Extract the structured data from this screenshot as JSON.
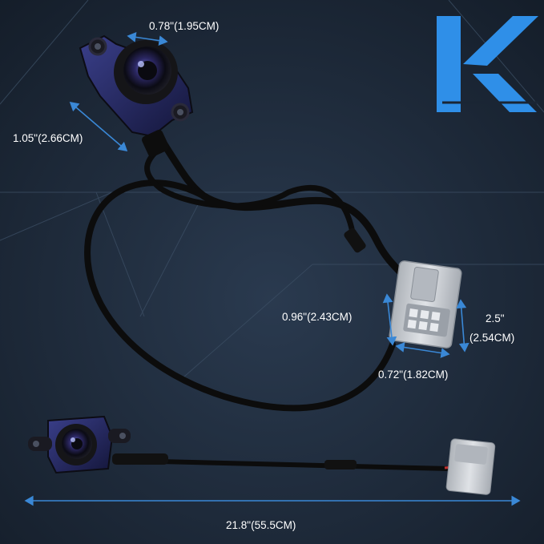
{
  "brand": {
    "letter": "K",
    "color": "#2f8fe8"
  },
  "colors": {
    "background": "#1a2534",
    "dimension_lines": "#3a88d6",
    "cable": "#0c0c0c",
    "connector": "#c9cdd2"
  },
  "dimensions": {
    "lens_diameter": "0.78\"(1.95CM)",
    "camera_width": "1.05\"(2.66CM)",
    "connector_height": "0.96\"(2.43CM)",
    "connector_depth_in": "2.5\"",
    "connector_depth_cm": "(2.54CM)",
    "connector_width": "0.72\"(1.82CM)",
    "cable_length": "21.8\"(55.5CM)"
  }
}
